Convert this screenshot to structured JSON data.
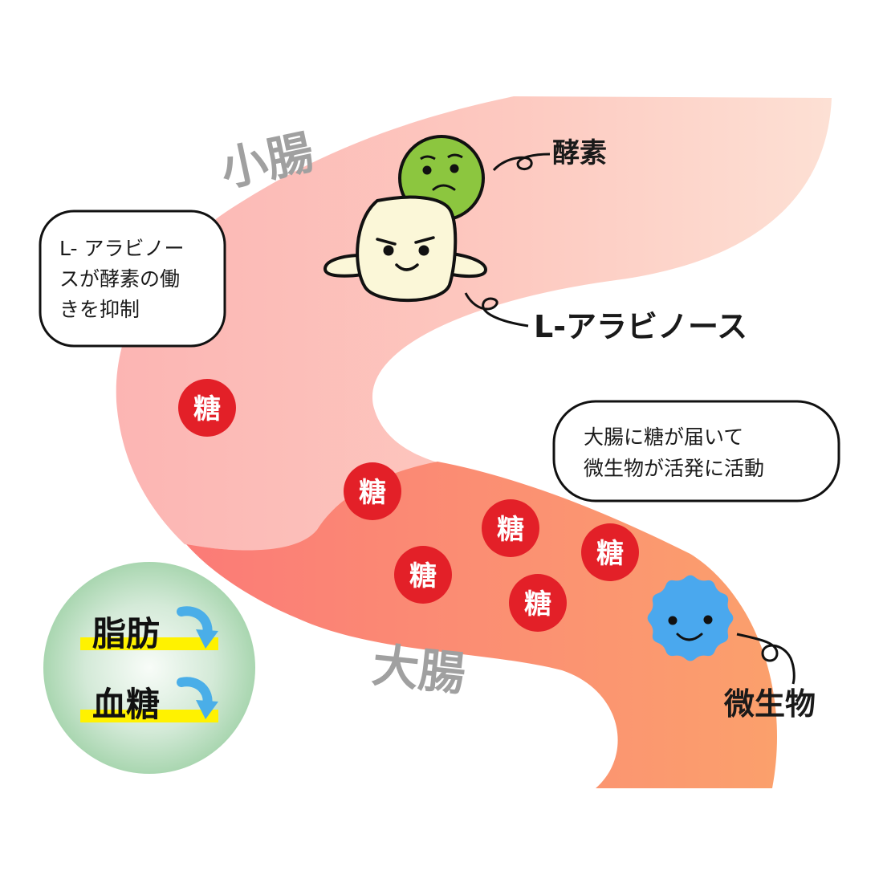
{
  "organs": {
    "small_intestine": "小腸",
    "large_intestine": "大腸"
  },
  "characters": {
    "enzyme": {
      "label": "酵素",
      "color": "#8cc63f"
    },
    "arabinose": {
      "label": "L-アラビノース",
      "color": "#fbf7d8"
    },
    "microbe": {
      "label": "微生物",
      "color": "#4aa8ee"
    }
  },
  "bubbles": {
    "arabinose_effect": [
      "L- アラビノー",
      "スが酵素の働",
      "きを抑制"
    ],
    "colon_effect": [
      "大腸に糖が届いて",
      "微生物が活発に活動"
    ]
  },
  "sugar": {
    "label": "糖",
    "color": "#e32028"
  },
  "result": {
    "items": [
      {
        "label": "脂肪",
        "arrow": "down-right-arrow-icon"
      },
      {
        "label": "血糖",
        "arrow": "down-right-arrow-icon"
      }
    ],
    "highlight_color": "#fff200",
    "arrow_color": "#4aaee8"
  }
}
